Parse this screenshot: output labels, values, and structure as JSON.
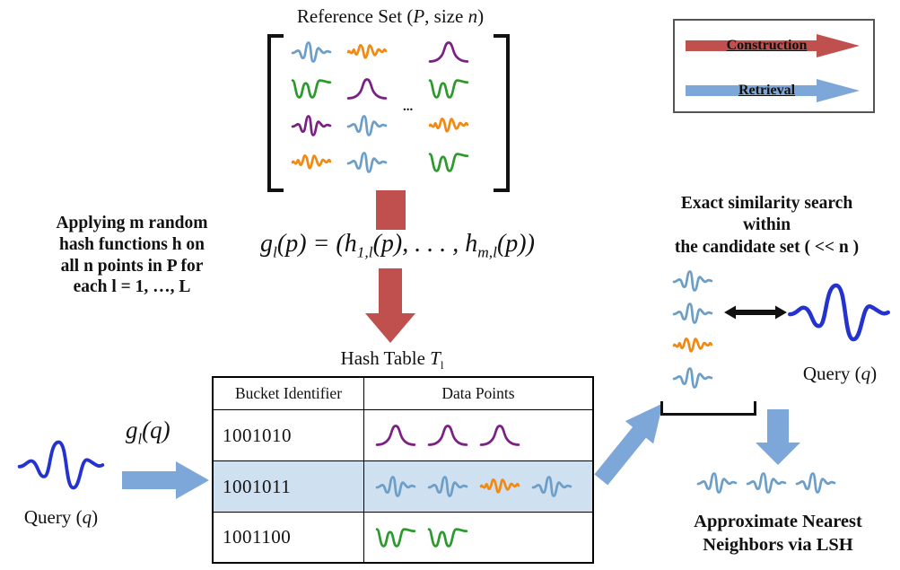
{
  "title": {
    "seg1": "Reference Set (",
    "seg2": "P",
    "seg3": ", size ",
    "seg4": "n",
    "seg5": ")"
  },
  "ellipsis": "...",
  "legend": {
    "construction": "Construction",
    "retrieval": "Retrieval"
  },
  "colors": {
    "construction": "#c0504d",
    "retrieval": "#7da7d9",
    "row_highlight": "#cfe0f1",
    "arrow_black": "#111111"
  },
  "left_note": {
    "lines": [
      "Applying m random",
      "hash functions h on",
      "all n points in P for",
      "each l = 1, …, L"
    ]
  },
  "formula": {
    "f1": "g",
    "f2": "l",
    "f3": "(p) = (h",
    "f4": "1,l",
    "f5": "(p), . . . , h",
    "f6": "m,l",
    "f7": "(p))"
  },
  "hash_table": {
    "title1": "Hash Table ",
    "title2": "T",
    "title3": "l",
    "headers": [
      "Bucket Identifier",
      "Data Points"
    ],
    "rows": [
      {
        "bucket": "1001010"
      },
      {
        "bucket": "1001011",
        "highlighted": true
      },
      {
        "bucket": "1001100"
      }
    ]
  },
  "query_left": {
    "g": "g",
    "sub": "l",
    "args": "(q)",
    "label1": "Query (",
    "label2": "q",
    "label3": ")"
  },
  "query_right": {
    "label1": "Query (",
    "label2": "q",
    "label3": ")"
  },
  "right_note": {
    "lines": [
      "Exact similarity search",
      "within",
      "the candidate set ( << n )"
    ]
  },
  "ann": {
    "lines": [
      "Approximate Nearest",
      "Neighbors via LSH"
    ]
  },
  "waveforms": {
    "query_color": "#2433d0",
    "matrix_col1": [
      {
        "s": "wave",
        "c": "#6d9ec7"
      },
      {
        "s": "w",
        "c": "#2d9a2d"
      },
      {
        "s": "wave",
        "c": "#7b2184"
      },
      {
        "s": "noisy",
        "c": "#f08a12"
      }
    ],
    "matrix_col2": [
      {
        "s": "noisy",
        "c": "#f08a12"
      },
      {
        "s": "spike",
        "c": "#7b2184"
      },
      {
        "s": "wave",
        "c": "#6d9ec7"
      },
      {
        "s": "wave",
        "c": "#6d9ec7"
      }
    ],
    "matrix_col3": [
      {
        "s": "spike",
        "c": "#7b2184"
      },
      {
        "s": "w",
        "c": "#2d9a2d"
      },
      {
        "s": "noisy",
        "c": "#f08a12"
      },
      {
        "s": "w",
        "c": "#2d9a2d"
      }
    ],
    "bucket_rows": [
      [
        {
          "s": "spike",
          "c": "#7b2184"
        },
        {
          "s": "spike",
          "c": "#7b2184"
        },
        {
          "s": "spike",
          "c": "#7b2184"
        }
      ],
      [
        {
          "s": "wave",
          "c": "#6d9ec7"
        },
        {
          "s": "wave",
          "c": "#6d9ec7"
        },
        {
          "s": "noisy",
          "c": "#f08a12"
        },
        {
          "s": "wave",
          "c": "#6d9ec7"
        }
      ],
      [
        {
          "s": "w",
          "c": "#2d9a2d"
        },
        {
          "s": "w",
          "c": "#2d9a2d"
        }
      ]
    ],
    "candidates": [
      {
        "s": "wave",
        "c": "#6d9ec7"
      },
      {
        "s": "wave",
        "c": "#6d9ec7"
      },
      {
        "s": "noisy",
        "c": "#f08a12"
      },
      {
        "s": "wave",
        "c": "#6d9ec7"
      }
    ],
    "ann_results": [
      {
        "s": "wave",
        "c": "#6d9ec7"
      },
      {
        "s": "wave",
        "c": "#6d9ec7"
      },
      {
        "s": "wave",
        "c": "#6d9ec7"
      }
    ]
  }
}
